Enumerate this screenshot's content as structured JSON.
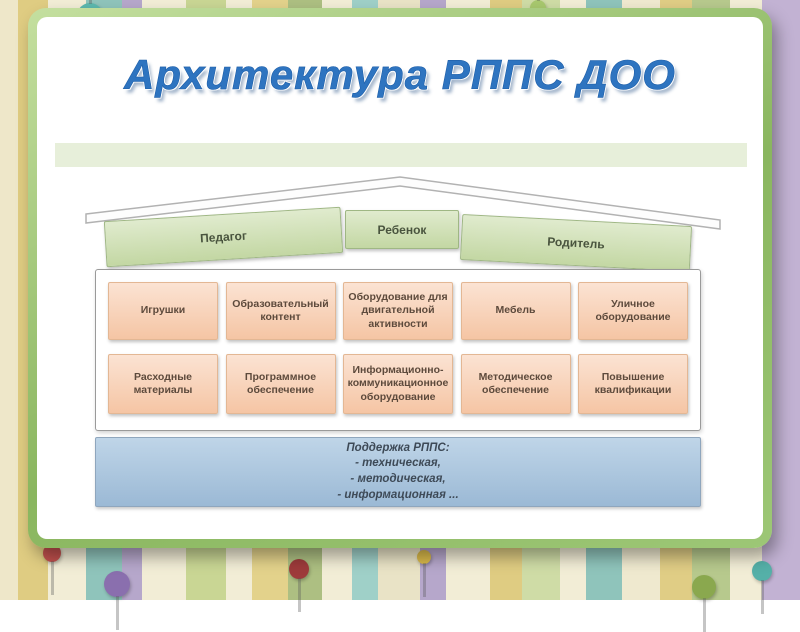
{
  "slide": {
    "title": "Архитектура РППС ДОО"
  },
  "diagram": {
    "actors": [
      "Педагог",
      "Ребенок",
      "Родитель"
    ],
    "resources_row1": [
      "Игрушки",
      "Образовательный контент",
      "Оборудование для двигательной активности",
      "Мебель",
      "Уличное оборудование"
    ],
    "resources_row2": [
      "Расходные материалы",
      "Программное обеспечение",
      "Информационно-коммуникационное оборудование",
      "Методическое обеспечение",
      "Повышение квалификации"
    ],
    "support": {
      "title": "Поддержка РППС:",
      "lines": [
        "- техническая,",
        "- методическая,",
        "- информационная ..."
      ]
    }
  },
  "colors": {
    "title_text": "#2e74c0",
    "frame_green": "#8ab65f",
    "actor_box": "#c3d7a3",
    "resource_box": "#f5c5a4",
    "support_box": "#9bb9d5"
  }
}
